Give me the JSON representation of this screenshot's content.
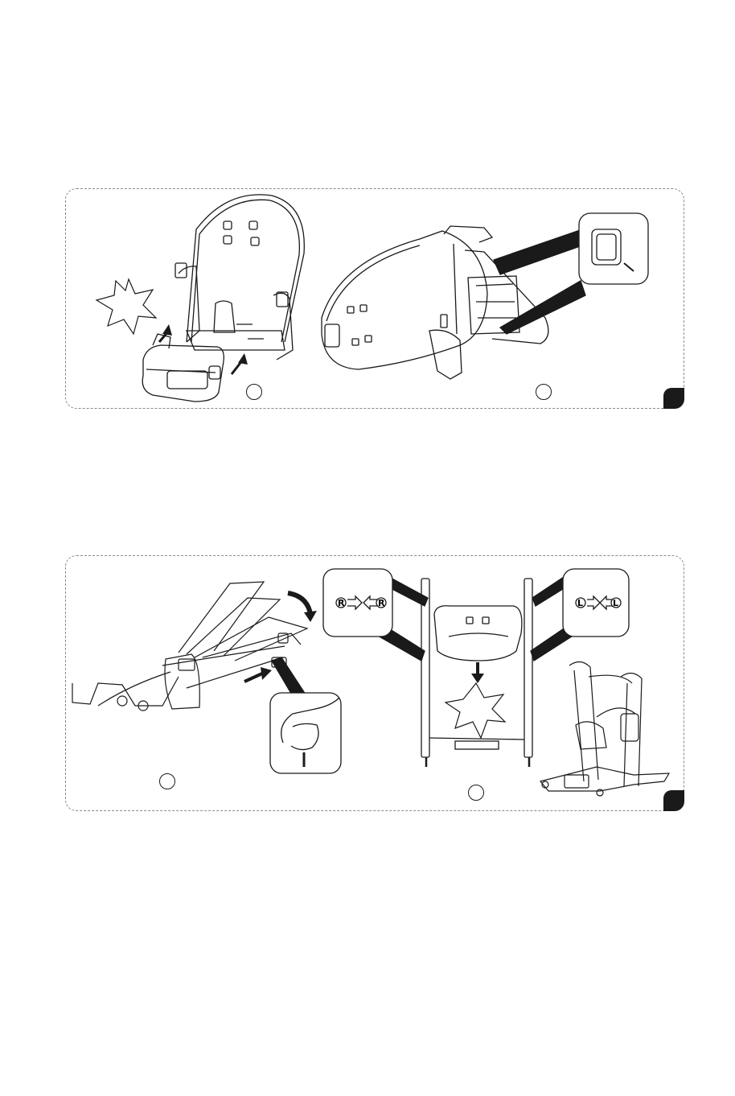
{
  "panels": [
    {
      "id": "panel-1",
      "steps": [
        {
          "id": "step-1"
        },
        {
          "id": "step-2"
        }
      ],
      "corner_tab": "filled"
    },
    {
      "id": "panel-2",
      "steps": [
        {
          "id": "step-1"
        },
        {
          "id": "step-2"
        }
      ],
      "corner_tab": "filled"
    }
  ],
  "badges": {
    "right": "R",
    "left": "L"
  },
  "colors": {
    "line": "#1a1a1a",
    "dash_border": "#8a8a8a",
    "background": "#ffffff"
  },
  "icons": [
    "star-burst-icon",
    "arrow-icon",
    "zoom-callout-icon",
    "rotate-arrow-icon",
    "hand-press-icon"
  ]
}
